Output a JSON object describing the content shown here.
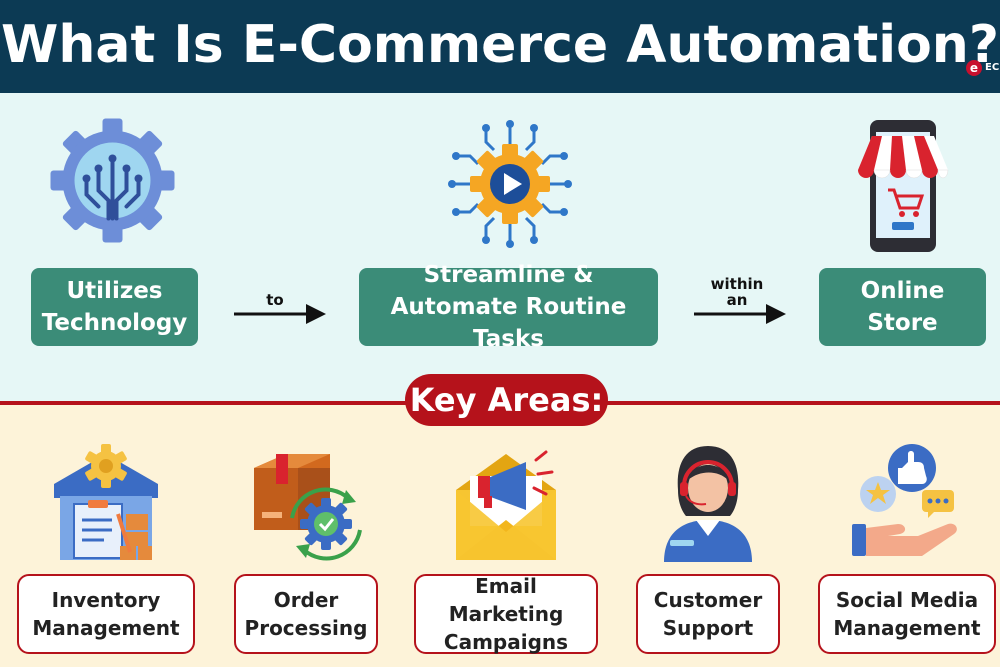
{
  "header": {
    "title": "What Is E-Commerce Automation?",
    "logo_text": "EC"
  },
  "flow": {
    "box1": "Utilizes Technology",
    "connector1": "to",
    "box2": "Streamline & Automate Routine Tasks",
    "connector2_line1": "within",
    "connector2_line2": "an",
    "box3": "Online Store"
  },
  "key_areas": {
    "label": "Key Areas:",
    "items": [
      {
        "label": "Inventory Management",
        "icon": "warehouse-icon"
      },
      {
        "label": "Order Processing",
        "icon": "box-gear-icon"
      },
      {
        "label": "Email Marketing Campaigns",
        "icon": "megaphone-envelope-icon"
      },
      {
        "label": "Customer Support",
        "icon": "support-agent-icon"
      },
      {
        "label": "Social Media Management",
        "icon": "hand-thumbs-up-icon"
      }
    ]
  },
  "colors": {
    "header_bg": "#0c3a54",
    "green": "#3b8c78",
    "red": "#b5121b",
    "top_bg": "#e6f7f6",
    "bottom_bg": "#fdf3d9"
  }
}
